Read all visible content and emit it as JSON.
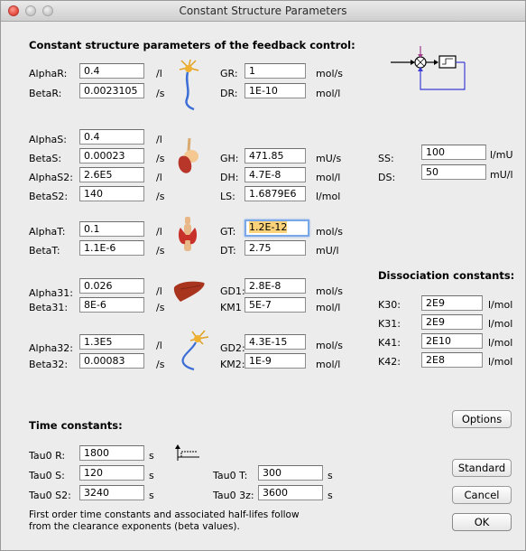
{
  "window": {
    "title": "Constant Structure Parameters"
  },
  "sections": {
    "constant_structure_heading": "Constant structure parameters of the feedback control:",
    "dissociation_heading": "Dissociation constants:",
    "time_heading": "Time constants:"
  },
  "receptor": {
    "alphaR": {
      "label": "AlphaR:",
      "value": "0.4",
      "unit": "/l"
    },
    "betaR": {
      "label": "BetaR:",
      "value": "0.0023105",
      "unit": "/s"
    },
    "gr": {
      "label": "GR:",
      "value": "1",
      "unit": "mol/s"
    },
    "dr": {
      "label": "DR:",
      "value": "1E-10",
      "unit": "mol/l"
    }
  },
  "pituitary": {
    "alphaS": {
      "label": "AlphaS:",
      "value": "0.4",
      "unit": "/l"
    },
    "betaS": {
      "label": "BetaS:",
      "value": "0.00023",
      "unit": "/s"
    },
    "alphaS2": {
      "label": "AlphaS2:",
      "value": "2.6E5",
      "unit": "/l"
    },
    "betaS2": {
      "label": "BetaS2:",
      "value": "140",
      "unit": "/s"
    },
    "gh": {
      "label": "GH:",
      "value": "471.85",
      "unit": "mU/s"
    },
    "dh": {
      "label": "DH:",
      "value": "4.7E-8",
      "unit": "mol/l"
    },
    "ls": {
      "label": "LS:",
      "value": "1.6879E6",
      "unit": "l/mol"
    },
    "ss": {
      "label": "SS:",
      "value": "100",
      "unit": "l/mU"
    },
    "ds": {
      "label": "DS:",
      "value": "50",
      "unit": "mU/l"
    }
  },
  "thyroid": {
    "alphaT": {
      "label": "AlphaT:",
      "value": "0.1",
      "unit": "/l"
    },
    "betaT": {
      "label": "BetaT:",
      "value": "1.1E-6",
      "unit": "/s"
    },
    "gt": {
      "label": "GT:",
      "value": "1.2E-12",
      "unit": "mol/s"
    },
    "dt": {
      "label": "DT:",
      "value": "2.75",
      "unit": "mU/l"
    }
  },
  "liver": {
    "alpha31": {
      "label": "Alpha31:",
      "value": "0.026",
      "unit": "/l"
    },
    "beta31": {
      "label": "Beta31:",
      "value": "8E-6",
      "unit": "/s"
    },
    "gd1": {
      "label": "GD1:",
      "value": "2.8E-8",
      "unit": "mol/s"
    },
    "km1": {
      "label": "KM1",
      "value": "5E-7",
      "unit": "mol/l"
    }
  },
  "neuron": {
    "alpha32": {
      "label": "Alpha32:",
      "value": "1.3E5",
      "unit": "/l"
    },
    "beta32": {
      "label": "Beta32:",
      "value": "0.00083",
      "unit": "/s"
    },
    "gd2": {
      "label": "GD2:",
      "value": "4.3E-15",
      "unit": "mol/s"
    },
    "km2": {
      "label": "KM2:",
      "value": "1E-9",
      "unit": "mol/l"
    }
  },
  "dissociation": {
    "k30": {
      "label": "K30:",
      "value": "2E9",
      "unit": "l/mol"
    },
    "k31": {
      "label": "K31:",
      "value": "2E9",
      "unit": "l/mol"
    },
    "k41": {
      "label": "K41:",
      "value": "2E10",
      "unit": "l/mol"
    },
    "k42": {
      "label": "K42:",
      "value": "2E8",
      "unit": "l/mol"
    }
  },
  "time": {
    "tau0r": {
      "label": "Tau0 R:",
      "value": "1800",
      "unit": "s"
    },
    "tau0s": {
      "label": "Tau0 S:",
      "value": "120",
      "unit": "s"
    },
    "tau0s2": {
      "label": "Tau0 S2:",
      "value": "3240",
      "unit": "s"
    },
    "tau0t": {
      "label": "Tau0 T:",
      "value": "300",
      "unit": "s"
    },
    "tau03z": {
      "label": "Tau0 3z:",
      "value": "3600",
      "unit": "s"
    },
    "note": "First order time constants and associated half-lifes follow from the clearance exponents (beta values)."
  },
  "buttons": {
    "options": "Options",
    "standard": "Standard",
    "cancel": "Cancel",
    "ok": "OK"
  },
  "icons": {
    "feedback": "feedback-loop-icon",
    "neuron": "neuron-icon",
    "pituitary": "pituitary-gland-icon",
    "thyroid": "thyroid-gland-icon",
    "liver": "liver-icon",
    "step": "step-response-icon"
  },
  "colors": {
    "focus_ring": "#7aa7e8",
    "selection": "#fcd37a",
    "close_button": "#e2463b"
  }
}
